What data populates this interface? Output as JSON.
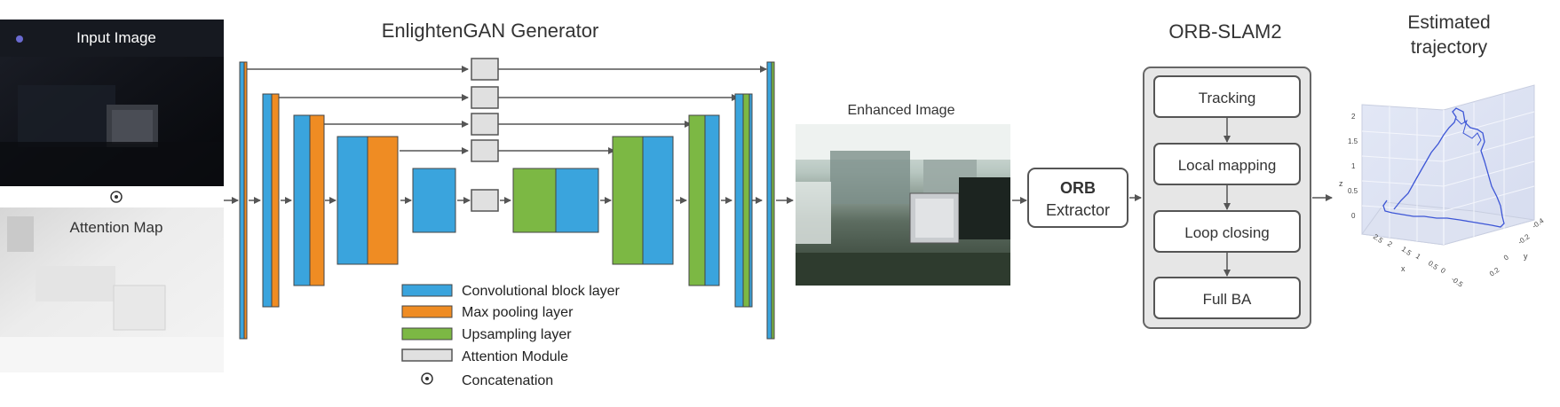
{
  "input_panel": {
    "input_label": "Input Image",
    "attention_label": "Attention Map"
  },
  "generator": {
    "title": "EnlightenGAN Generator"
  },
  "enhanced": {
    "label": "Enhanced Image"
  },
  "orb_extractor": {
    "line1": "ORB",
    "line2": "Extractor"
  },
  "slam": {
    "title": "ORB-SLAM2",
    "steps": [
      "Tracking",
      "Local mapping",
      "Loop closing",
      "Full BA"
    ]
  },
  "trajectory": {
    "title_line1": "Estimated",
    "title_line2": "trajectory",
    "z_label": "z",
    "x_label": "x",
    "y_label": "y",
    "z_ticks": [
      "2",
      "1.5",
      "1",
      "0.5",
      "0"
    ],
    "x_ticks": [
      "-0.5",
      "0",
      "0.5",
      "1",
      "1.5",
      "2",
      "2.5"
    ],
    "y_ticks": [
      "-0.4",
      "-0.2",
      "0",
      "0.2"
    ]
  },
  "legend": {
    "items": [
      {
        "label": "Convolutional block layer",
        "color": "#3aa4dd"
      },
      {
        "label": "Max pooling layer",
        "color": "#ef8c23"
      },
      {
        "label": "Upsampling layer",
        "color": "#7cb844"
      },
      {
        "label": "Attention Module",
        "color": "#e0e0e0"
      },
      {
        "label": "Concatenation",
        "color": "#333333"
      }
    ]
  },
  "colors": {
    "conv": "#3aa4dd",
    "pool": "#ef8c23",
    "up": "#7cb844",
    "attn": "#e0e0e0",
    "arrow": "#555555",
    "trajectory": "#3d56d6"
  }
}
